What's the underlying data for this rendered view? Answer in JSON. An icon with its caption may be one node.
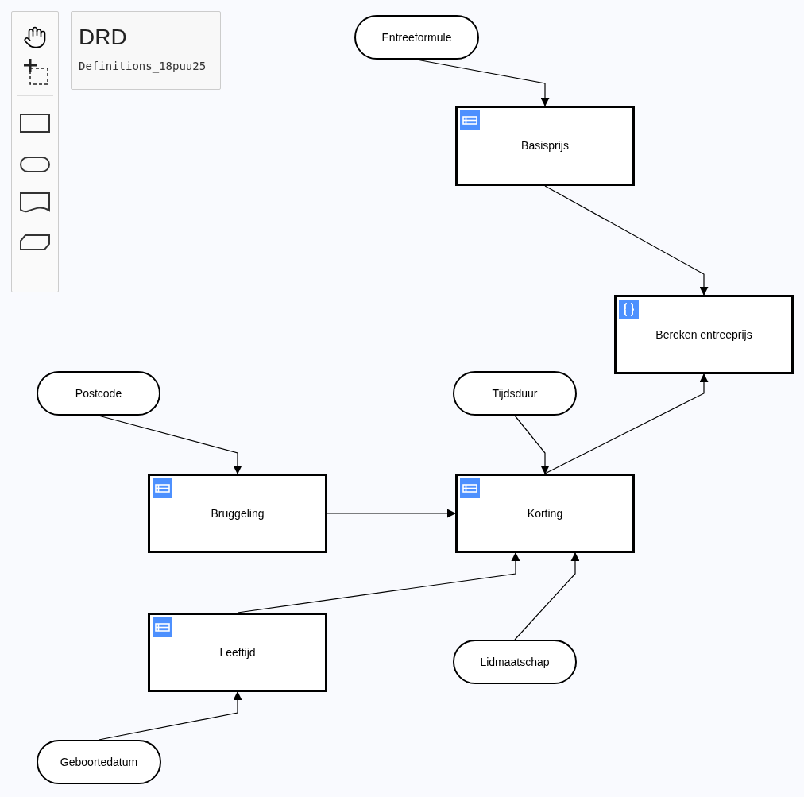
{
  "diagram": {
    "nodes": [
      {
        "text": [
          "DRD",
          "Definitions_18puu25"
        ]
      },
      {
        "text": [
          "Entreeformule"
        ]
      },
      {
        "text": [
          "Basisprijs"
        ]
      },
      {
        "text": [
          "Bereken entreeprijs"
        ]
      },
      {
        "text": [
          "Postcode"
        ]
      },
      {
        "text": [
          "Tijdsduur"
        ]
      },
      {
        "text": [
          "Bruggeling"
        ]
      },
      {
        "text": [
          "Korting"
        ]
      },
      {
        "text": [
          "Leeftijd"
        ]
      },
      {
        "text": [
          "Lidmaatschap"
        ]
      },
      {
        "text": [
          "Geboortedatum"
        ]
      }
    ],
    "edges": [
      {
        "from": 1,
        "to": 2,
        "arrow": "to"
      },
      {
        "from": 2,
        "to": 3,
        "arrow": "to"
      },
      {
        "from": 7,
        "to": 3,
        "arrow": "to"
      },
      {
        "from": 4,
        "to": 6,
        "arrow": "to"
      },
      {
        "from": 5,
        "to": 7,
        "arrow": "to"
      },
      {
        "from": 6,
        "to": 7,
        "arrow": "to"
      },
      {
        "from": 8,
        "to": 7,
        "arrow": "to"
      },
      {
        "from": 9,
        "to": 7,
        "arrow": "to"
      },
      {
        "from": 10,
        "to": 8,
        "arrow": "to"
      }
    ]
  }
}
